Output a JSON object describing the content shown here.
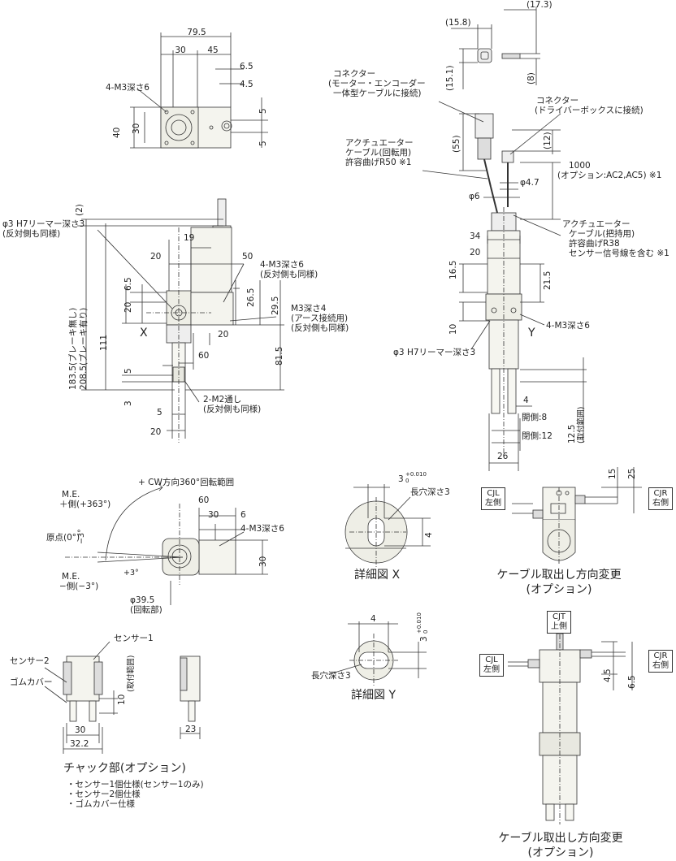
{
  "top_view": {
    "dims": [
      "79.5",
      "30",
      "45",
      "6.5",
      "4.5",
      "4-M3深さ6",
      "40",
      "30",
      "5",
      "5"
    ]
  },
  "front_view": {
    "labels": [
      "φ3 H7リーマー深さ3",
      "(反対側も同様)",
      "(2)",
      "19",
      "20",
      "50",
      "4-M3深さ6",
      "(反対側も同様)",
      "6.5",
      "20",
      "26.5",
      "29.5",
      "M3深さ4",
      "(アース接続用)",
      "(反対側も同様)",
      "X",
      "20",
      "183.5(ブレーキ無し)",
      "208.5(ブレーキ有り)",
      "111",
      "60",
      "81.5",
      "5",
      "3",
      "2-M2通し",
      "(反対側も同様)",
      "5",
      "20"
    ]
  },
  "connector_view": {
    "labels": [
      "(17.3)",
      "(15.8)",
      "(15.1)",
      "(8)",
      "コネクター",
      "(モーター・エンコーダー",
      "一体型ケーブルに接続)",
      "コネクター",
      "(ドライバーボックスに接続)",
      "(55)",
      "(12)",
      "アクチュエーター",
      "ケーブル(回転用)",
      "許容曲げR50 ※1",
      "1000",
      "(オプション:AC2,AC5) ※1",
      "φ4.7",
      "φ6"
    ]
  },
  "side_view": {
    "labels": [
      "アクチュエーター",
      "ケーブル(把持用)",
      "許容曲げR38",
      "センサー信号線を含む ※1",
      "34",
      "20",
      "16.5",
      "21.5",
      "Y",
      "4-M3深さ6",
      "10",
      "φ3 H7リーマー深さ3",
      "4",
      "開側:8",
      "閉側:12",
      "12.5",
      "(取付範囲)",
      "26"
    ]
  },
  "rotation_view": {
    "labels": [
      "+ CW方向360°回転範囲",
      "M.E.",
      "＋側(+363°)",
      "原点(0°)",
      "−3°",
      "M.E.",
      "−側(−3°)",
      "+3°",
      "60",
      "30",
      "6",
      "4-M3深さ6",
      "30",
      "φ39.5",
      "(回転部)"
    ]
  },
  "detail_x": {
    "title": "詳細図 X",
    "labels": [
      "3",
      "+0.010",
      "0",
      "長穴深さ3",
      "4"
    ]
  },
  "detail_y": {
    "title": "詳細図 Y",
    "labels": [
      "4",
      "3",
      "+0.010",
      "0",
      "長穴深さ3"
    ]
  },
  "cable_option_1": {
    "title": "ケーブル取出し方向変更",
    "subtitle": "(オプション)",
    "labels": [
      "CJL",
      "左側",
      "CJR",
      "右側",
      "15",
      "25"
    ]
  },
  "cable_option_2": {
    "title": "ケーブル取出し方向変更",
    "subtitle": "(オプション)",
    "labels": [
      "CJT",
      "上側",
      "CJL",
      "左側",
      "CJR",
      "右側",
      "4.5",
      "6.5"
    ]
  },
  "chuck_option": {
    "title": "チャック部(オプション)",
    "items": [
      "・センサー1個仕様(センサー1のみ)",
      "・センサー2個仕様",
      "・ゴムカバー仕様"
    ],
    "labels": [
      "センサー1",
      "センサー2",
      "ゴムカバー",
      "10",
      "(取付範囲)",
      "30",
      "32.2",
      "23"
    ]
  }
}
